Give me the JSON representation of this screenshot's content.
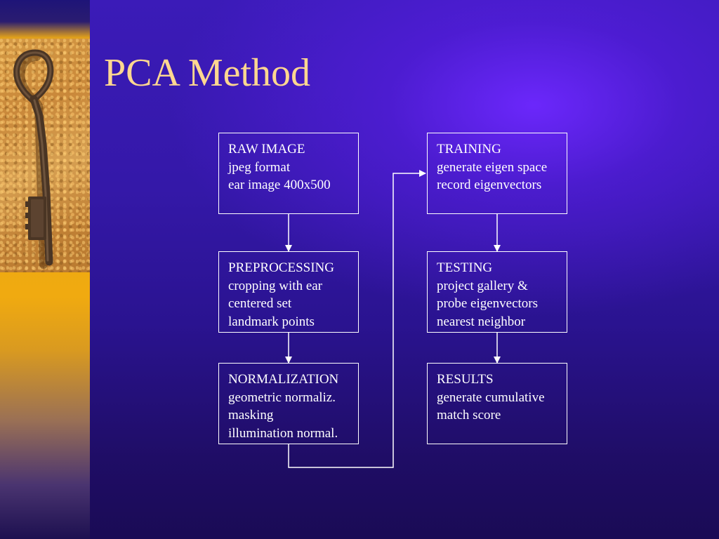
{
  "slide": {
    "title": "PCA Method"
  },
  "diagram": {
    "boxes": [
      {
        "heading": "RAW IMAGE",
        "lines": [
          "jpeg format",
          "ear image 400x500"
        ]
      },
      {
        "heading": "PREPROCESSING",
        "lines": [
          "cropping with ear",
          "centered set",
          "landmark points"
        ]
      },
      {
        "heading": "NORMALIZATION",
        "lines": [
          "geometric normaliz.",
          "masking",
          "illumination normal."
        ]
      },
      {
        "heading": "TRAINING",
        "lines": [
          "generate eigen space",
          "record eigenvectors"
        ]
      },
      {
        "heading": "TESTING",
        "lines": [
          "project gallery &",
          "probe eigenvectors",
          "nearest neighbor"
        ]
      },
      {
        "heading": "RESULTS",
        "lines": [
          "generate cumulative",
          "match score"
        ]
      }
    ]
  },
  "colors": {
    "title": "#ffd790",
    "box_border": "#ffffff",
    "box_text": "#ffffff",
    "accent_strip": "#f0aa10"
  },
  "decoration": {
    "image": "old-iron-key-on-sand"
  }
}
